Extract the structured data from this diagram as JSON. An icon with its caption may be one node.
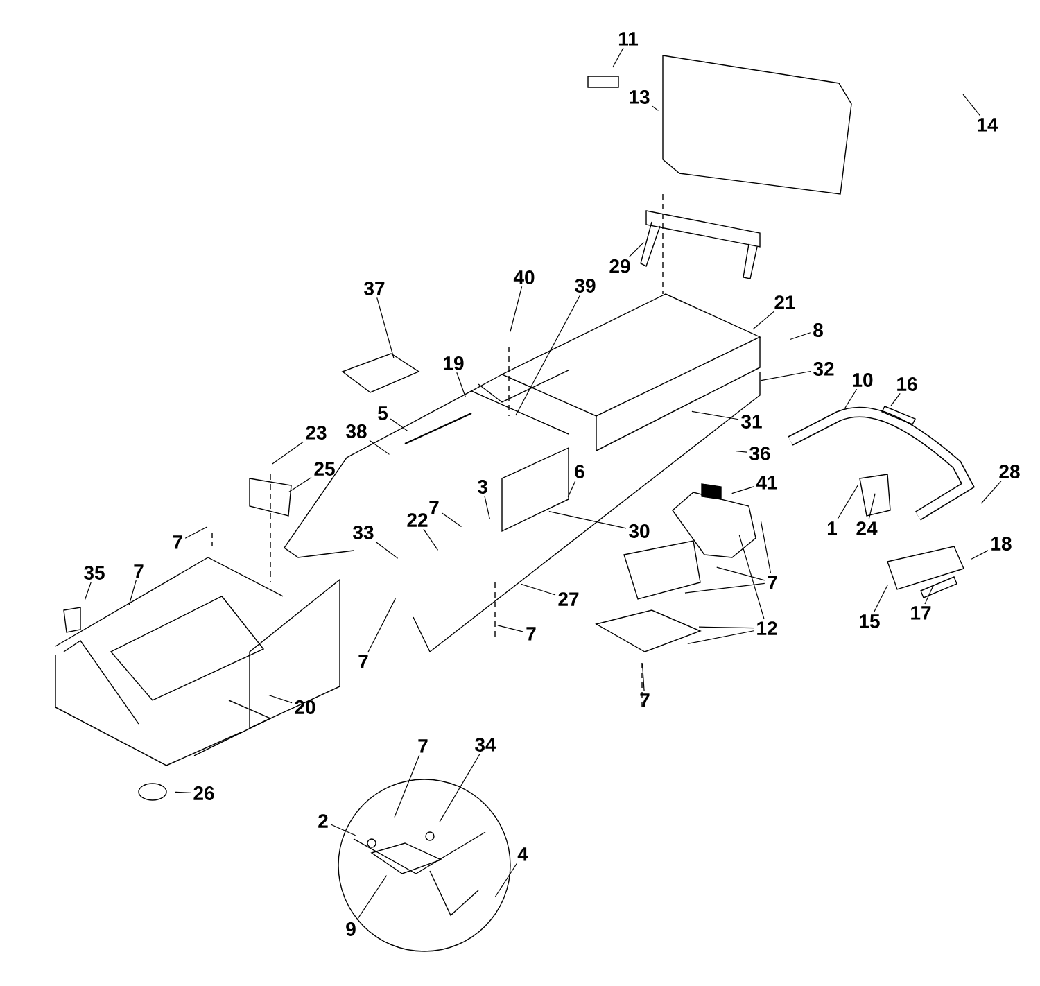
{
  "diagram": {
    "nodes": [
      {
        "text": [
          "11"
        ]
      },
      {
        "text": [
          "13"
        ]
      },
      {
        "text": [
          "14"
        ]
      },
      {
        "text": [
          "29"
        ]
      },
      {
        "text": [
          "40"
        ]
      },
      {
        "text": [
          "39"
        ]
      },
      {
        "text": [
          "37"
        ]
      },
      {
        "text": [
          "21"
        ]
      },
      {
        "text": [
          "8"
        ]
      },
      {
        "text": [
          "19"
        ]
      },
      {
        "text": [
          "32"
        ]
      },
      {
        "text": [
          "5"
        ]
      },
      {
        "text": [
          "38"
        ]
      },
      {
        "text": [
          "10"
        ]
      },
      {
        "text": [
          "16"
        ]
      },
      {
        "text": [
          "31"
        ]
      },
      {
        "text": [
          "23"
        ]
      },
      {
        "text": [
          "36"
        ]
      },
      {
        "text": [
          "25"
        ]
      },
      {
        "text": [
          "6"
        ]
      },
      {
        "text": [
          "3"
        ]
      },
      {
        "text": [
          "7"
        ]
      },
      {
        "text": [
          "22"
        ]
      },
      {
        "text": [
          "33"
        ]
      },
      {
        "text": [
          "41"
        ]
      },
      {
        "text": [
          "28"
        ]
      },
      {
        "text": [
          "30"
        ]
      },
      {
        "text": [
          "7"
        ]
      },
      {
        "text": [
          "1"
        ]
      },
      {
        "text": [
          "24"
        ]
      },
      {
        "text": [
          "18"
        ]
      },
      {
        "text": [
          "35"
        ]
      },
      {
        "text": [
          "7"
        ]
      },
      {
        "text": [
          "7"
        ]
      },
      {
        "text": [
          "27"
        ]
      },
      {
        "text": [
          "12"
        ]
      },
      {
        "text": [
          "15"
        ]
      },
      {
        "text": [
          "17"
        ]
      },
      {
        "text": [
          "7"
        ]
      },
      {
        "text": [
          "7"
        ]
      },
      {
        "text": [
          "7"
        ]
      },
      {
        "text": [
          "20"
        ]
      },
      {
        "text": [
          "26"
        ]
      },
      {
        "text": [
          "7"
        ]
      },
      {
        "text": [
          "34"
        ]
      },
      {
        "text": [
          "2"
        ]
      },
      {
        "text": [
          "4"
        ]
      },
      {
        "text": [
          "9"
        ]
      }
    ],
    "edges": [
      {
        "from": 0,
        "to": null,
        "arrow": "none"
      },
      {
        "from": 1,
        "to": null,
        "arrow": "none"
      },
      {
        "from": 2,
        "to": null,
        "arrow": "none"
      },
      {
        "from": 3,
        "to": null,
        "arrow": "none"
      },
      {
        "from": 4,
        "to": null,
        "arrow": "none"
      },
      {
        "from": 5,
        "to": null,
        "arrow": "none"
      },
      {
        "from": 6,
        "to": null,
        "arrow": "none"
      },
      {
        "from": 7,
        "to": null,
        "arrow": "none"
      },
      {
        "from": 8,
        "to": null,
        "arrow": "none"
      },
      {
        "from": 9,
        "to": null,
        "arrow": "none"
      },
      {
        "from": 10,
        "to": null,
        "arrow": "none"
      },
      {
        "from": 11,
        "to": null,
        "arrow": "none"
      },
      {
        "from": 12,
        "to": null,
        "arrow": "none"
      },
      {
        "from": 13,
        "to": null,
        "arrow": "none"
      },
      {
        "from": 14,
        "to": null,
        "arrow": "none"
      },
      {
        "from": 15,
        "to": null,
        "arrow": "none"
      },
      {
        "from": 16,
        "to": null,
        "arrow": "none"
      },
      {
        "from": 17,
        "to": null,
        "arrow": "none"
      },
      {
        "from": 18,
        "to": null,
        "arrow": "none"
      },
      {
        "from": 19,
        "to": null,
        "arrow": "none"
      },
      {
        "from": 20,
        "to": null,
        "arrow": "none"
      },
      {
        "from": 21,
        "to": null,
        "arrow": "none"
      },
      {
        "from": 22,
        "to": null,
        "arrow": "none"
      },
      {
        "from": 23,
        "to": null,
        "arrow": "none"
      },
      {
        "from": 24,
        "to": null,
        "arrow": "none"
      },
      {
        "from": 25,
        "to": null,
        "arrow": "none"
      },
      {
        "from": 26,
        "to": null,
        "arrow": "none"
      },
      {
        "from": 27,
        "to": null,
        "arrow": "none"
      },
      {
        "from": 28,
        "to": null,
        "arrow": "none"
      },
      {
        "from": 29,
        "to": null,
        "arrow": "none"
      },
      {
        "from": 30,
        "to": null,
        "arrow": "none"
      },
      {
        "from": 31,
        "to": null,
        "arrow": "none"
      },
      {
        "from": 32,
        "to": null,
        "arrow": "none"
      },
      {
        "from": 33,
        "to": null,
        "arrow": "none"
      },
      {
        "from": 33,
        "to": null,
        "arrow": "none"
      },
      {
        "from": 33,
        "to": null,
        "arrow": "none"
      },
      {
        "from": 34,
        "to": null,
        "arrow": "none"
      },
      {
        "from": 35,
        "to": null,
        "arrow": "none"
      },
      {
        "from": 35,
        "to": null,
        "arrow": "none"
      },
      {
        "from": 35,
        "to": null,
        "arrow": "none"
      },
      {
        "from": 36,
        "to": null,
        "arrow": "none"
      },
      {
        "from": 37,
        "to": null,
        "arrow": "none"
      },
      {
        "from": 38,
        "to": null,
        "arrow": "none"
      },
      {
        "from": 39,
        "to": null,
        "arrow": "none"
      },
      {
        "from": 40,
        "to": null,
        "arrow": "none"
      },
      {
        "from": 41,
        "to": null,
        "arrow": "none"
      },
      {
        "from": 42,
        "to": null,
        "arrow": "none"
      },
      {
        "from": 43,
        "to": null,
        "arrow": "none"
      },
      {
        "from": 44,
        "to": null,
        "arrow": "none"
      },
      {
        "from": 45,
        "to": null,
        "arrow": "none"
      },
      {
        "from": 46,
        "to": null,
        "arrow": "none"
      },
      {
        "from": 47,
        "to": null,
        "arrow": "none"
      }
    ]
  }
}
